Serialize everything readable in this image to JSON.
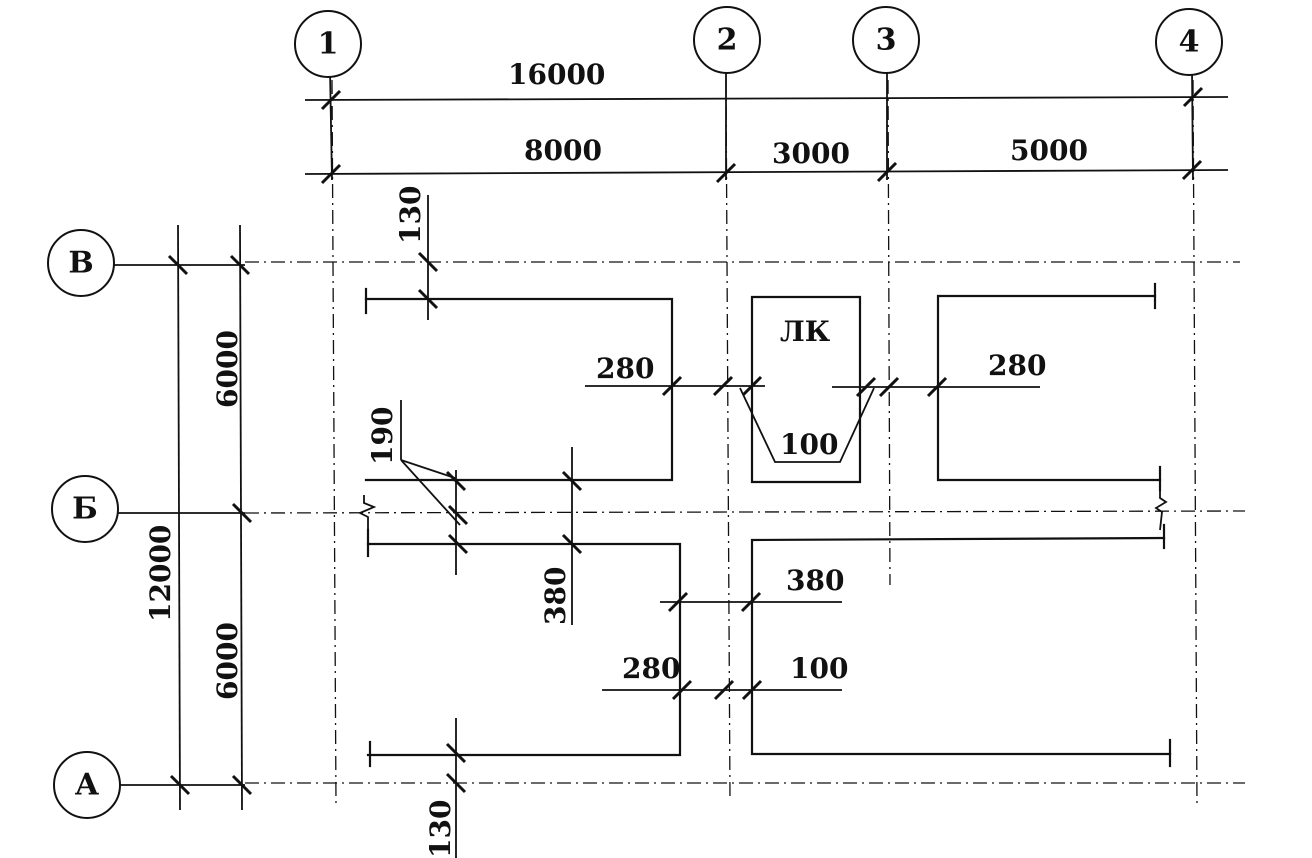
{
  "axes": {
    "columns": [
      "1",
      "2",
      "3",
      "4"
    ],
    "rows": [
      "В",
      "Б",
      "А"
    ]
  },
  "dimensions": {
    "total_width": "16000",
    "span_1_2": "8000",
    "span_2_3": "3000",
    "span_3_4": "5000",
    "total_height": "12000",
    "span_V_B": "6000",
    "span_B_A": "6000",
    "offset_top": "130",
    "offset_bottom": "130",
    "wall_280_left": "280",
    "wall_280_right": "280",
    "wall_190": "190",
    "wall_380_vertical": "380",
    "wall_380_corridor": "380",
    "wall_280_lower": "280",
    "wall_100_lower": "100",
    "stair_100": "100"
  },
  "labels": {
    "stair": "ЛК"
  }
}
